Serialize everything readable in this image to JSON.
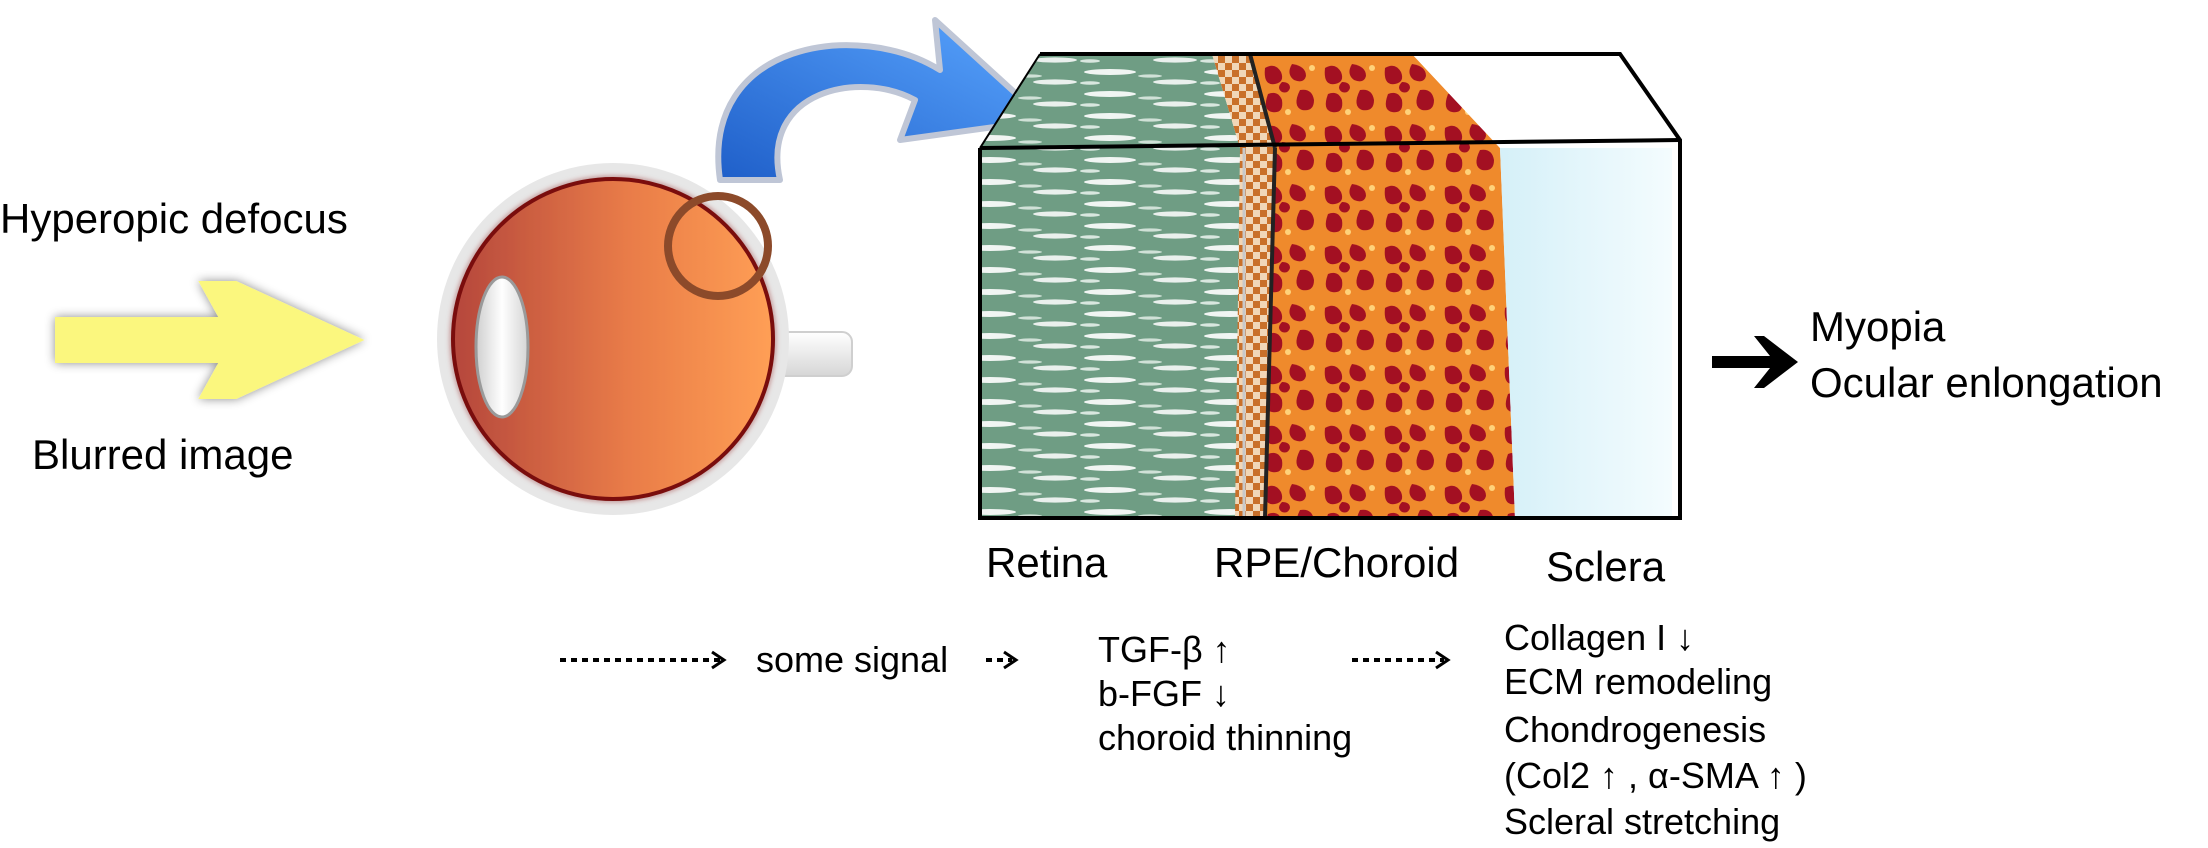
{
  "input": {
    "title": "Hyperopic defocus",
    "subtitle": "Blurred image"
  },
  "tissue": {
    "layers": {
      "retina": "Retina",
      "rpe_choroid": "RPE/Choroid",
      "sclera": "Sclera"
    }
  },
  "outcome": {
    "line1": "Myopia",
    "line2": "Ocular enlongation"
  },
  "cascade": {
    "signal": "some signal",
    "choroid": {
      "line1": "TGF-β ↑",
      "line2": "b-FGF ↓",
      "line3": "choroid thinning"
    },
    "sclera": {
      "line1": "Collagen I ↓",
      "line2": "ECM remodeling",
      "line3": "Chondrogenesis",
      "line4": "(Col2 ↑ , α-SMA ↑ )",
      "line5": "Scleral stretching"
    }
  },
  "colors": {
    "light_arrow": "#fbf77e",
    "eye_dark": "#b5473c",
    "eye_light": "#ff9f55",
    "curved_arrow": "#3b8cf2",
    "retina": "#5f9579",
    "choroid_bg": "#ef8a2c",
    "choroid_pattern": "#a31022",
    "sclera": "#e8f8fc",
    "rpe": "#d9873a"
  }
}
